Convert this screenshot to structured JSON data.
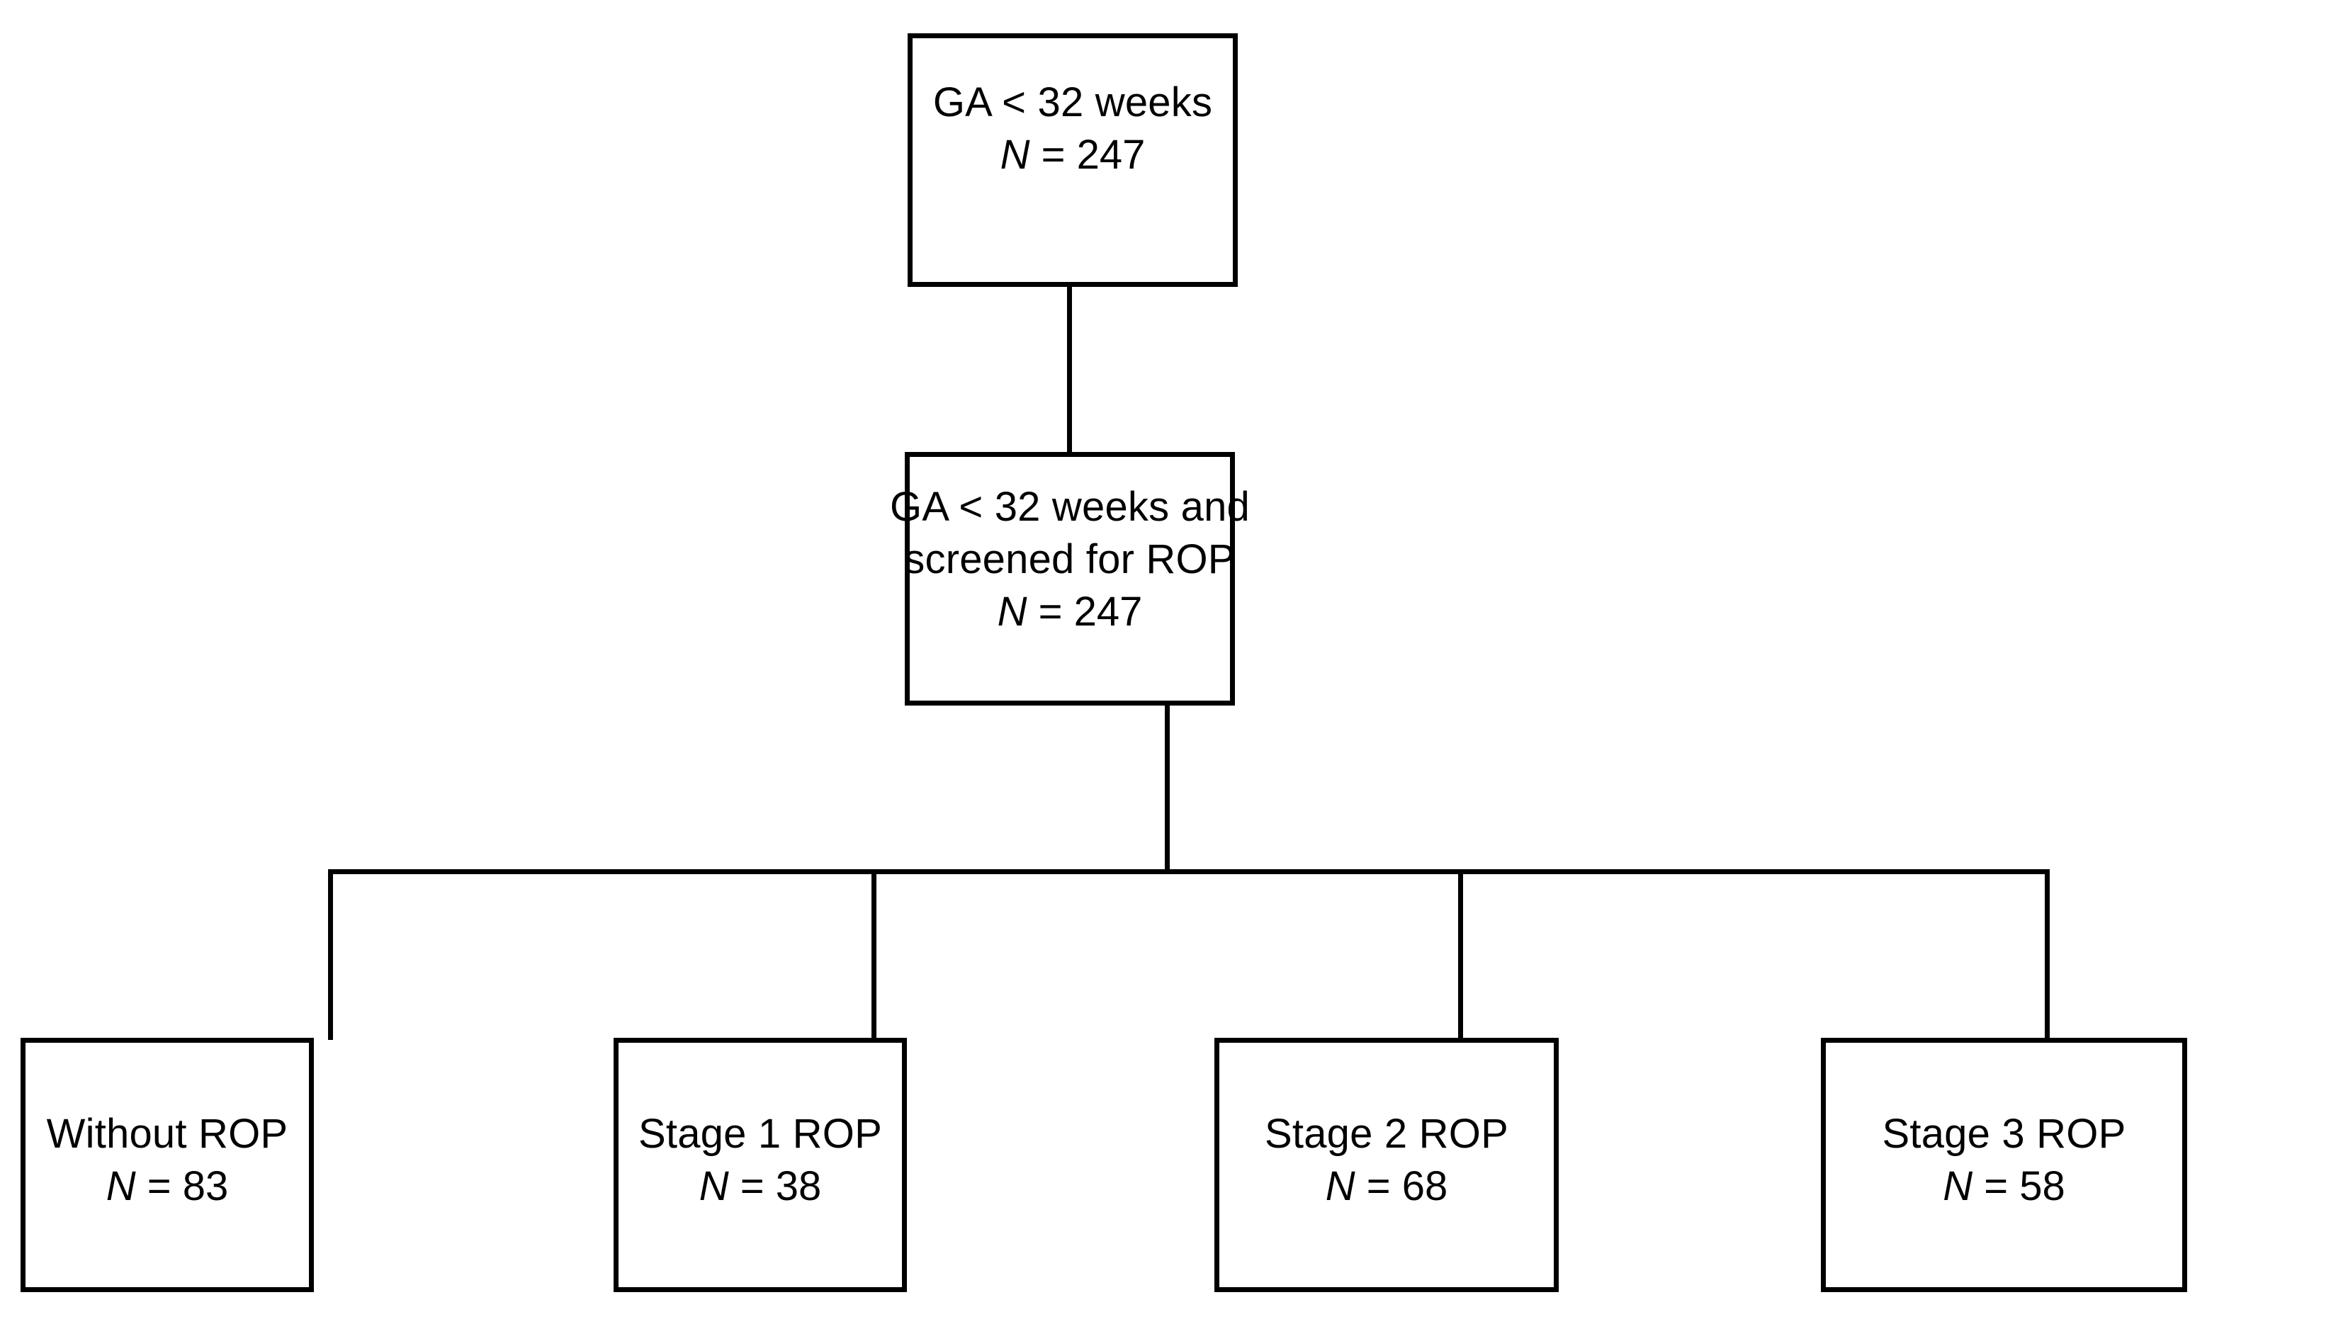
{
  "diagram": {
    "title": "ROP screening cohort flow diagram",
    "background_color": "#ffffff",
    "line_color": "#000000",
    "text_color": "#000000",
    "nodes": [
      {
        "id": "ga-lt-32-weeks",
        "line1": "GA < 32 weeks",
        "line2": "",
        "count_prefix": "N",
        "count_value": " = 247",
        "level": "top"
      },
      {
        "id": "ga-lt-32-weeks-screened",
        "line1": "GA < 32 weeks and",
        "line2": "screened for ROP",
        "count_prefix": "N",
        "count_value": " = 247",
        "level": "middle"
      },
      {
        "id": "without-rop",
        "line1": "Without ROP",
        "line2": "",
        "count_prefix": "N",
        "count_value": " = 83",
        "level": "outcome"
      },
      {
        "id": "stage-1-rop",
        "line1": "Stage 1 ROP",
        "line2": "",
        "count_prefix": "N",
        "count_value": " = 38",
        "level": "outcome"
      },
      {
        "id": "stage-2-rop",
        "line1": "Stage 2 ROP",
        "line2": "",
        "count_prefix": "N",
        "count_value": " = 68",
        "level": "outcome"
      },
      {
        "id": "stage-3-rop",
        "line1": "Stage 3 ROP",
        "line2": "",
        "count_prefix": "N",
        "count_value": " = 58",
        "level": "outcome"
      }
    ]
  },
  "chart_data": {
    "type": "diagram",
    "subtype": "flowchart",
    "title": "ROP screening cohort flow diagram",
    "categories": [
      "Without ROP",
      "Stage 1 ROP",
      "Stage 2 ROP",
      "Stage 3 ROP"
    ],
    "values": [
      83,
      38,
      68,
      58
    ],
    "total_enrolled": 247,
    "total_screened": 247,
    "edges": [
      {
        "from": "ga-lt-32-weeks",
        "to": "ga-lt-32-weeks-screened"
      },
      {
        "from": "ga-lt-32-weeks-screened",
        "to": "without-rop"
      },
      {
        "from": "ga-lt-32-weeks-screened",
        "to": "stage-1-rop"
      },
      {
        "from": "ga-lt-32-weeks-screened",
        "to": "stage-2-rop"
      },
      {
        "from": "ga-lt-32-weeks-screened",
        "to": "stage-3-rop"
      }
    ]
  }
}
